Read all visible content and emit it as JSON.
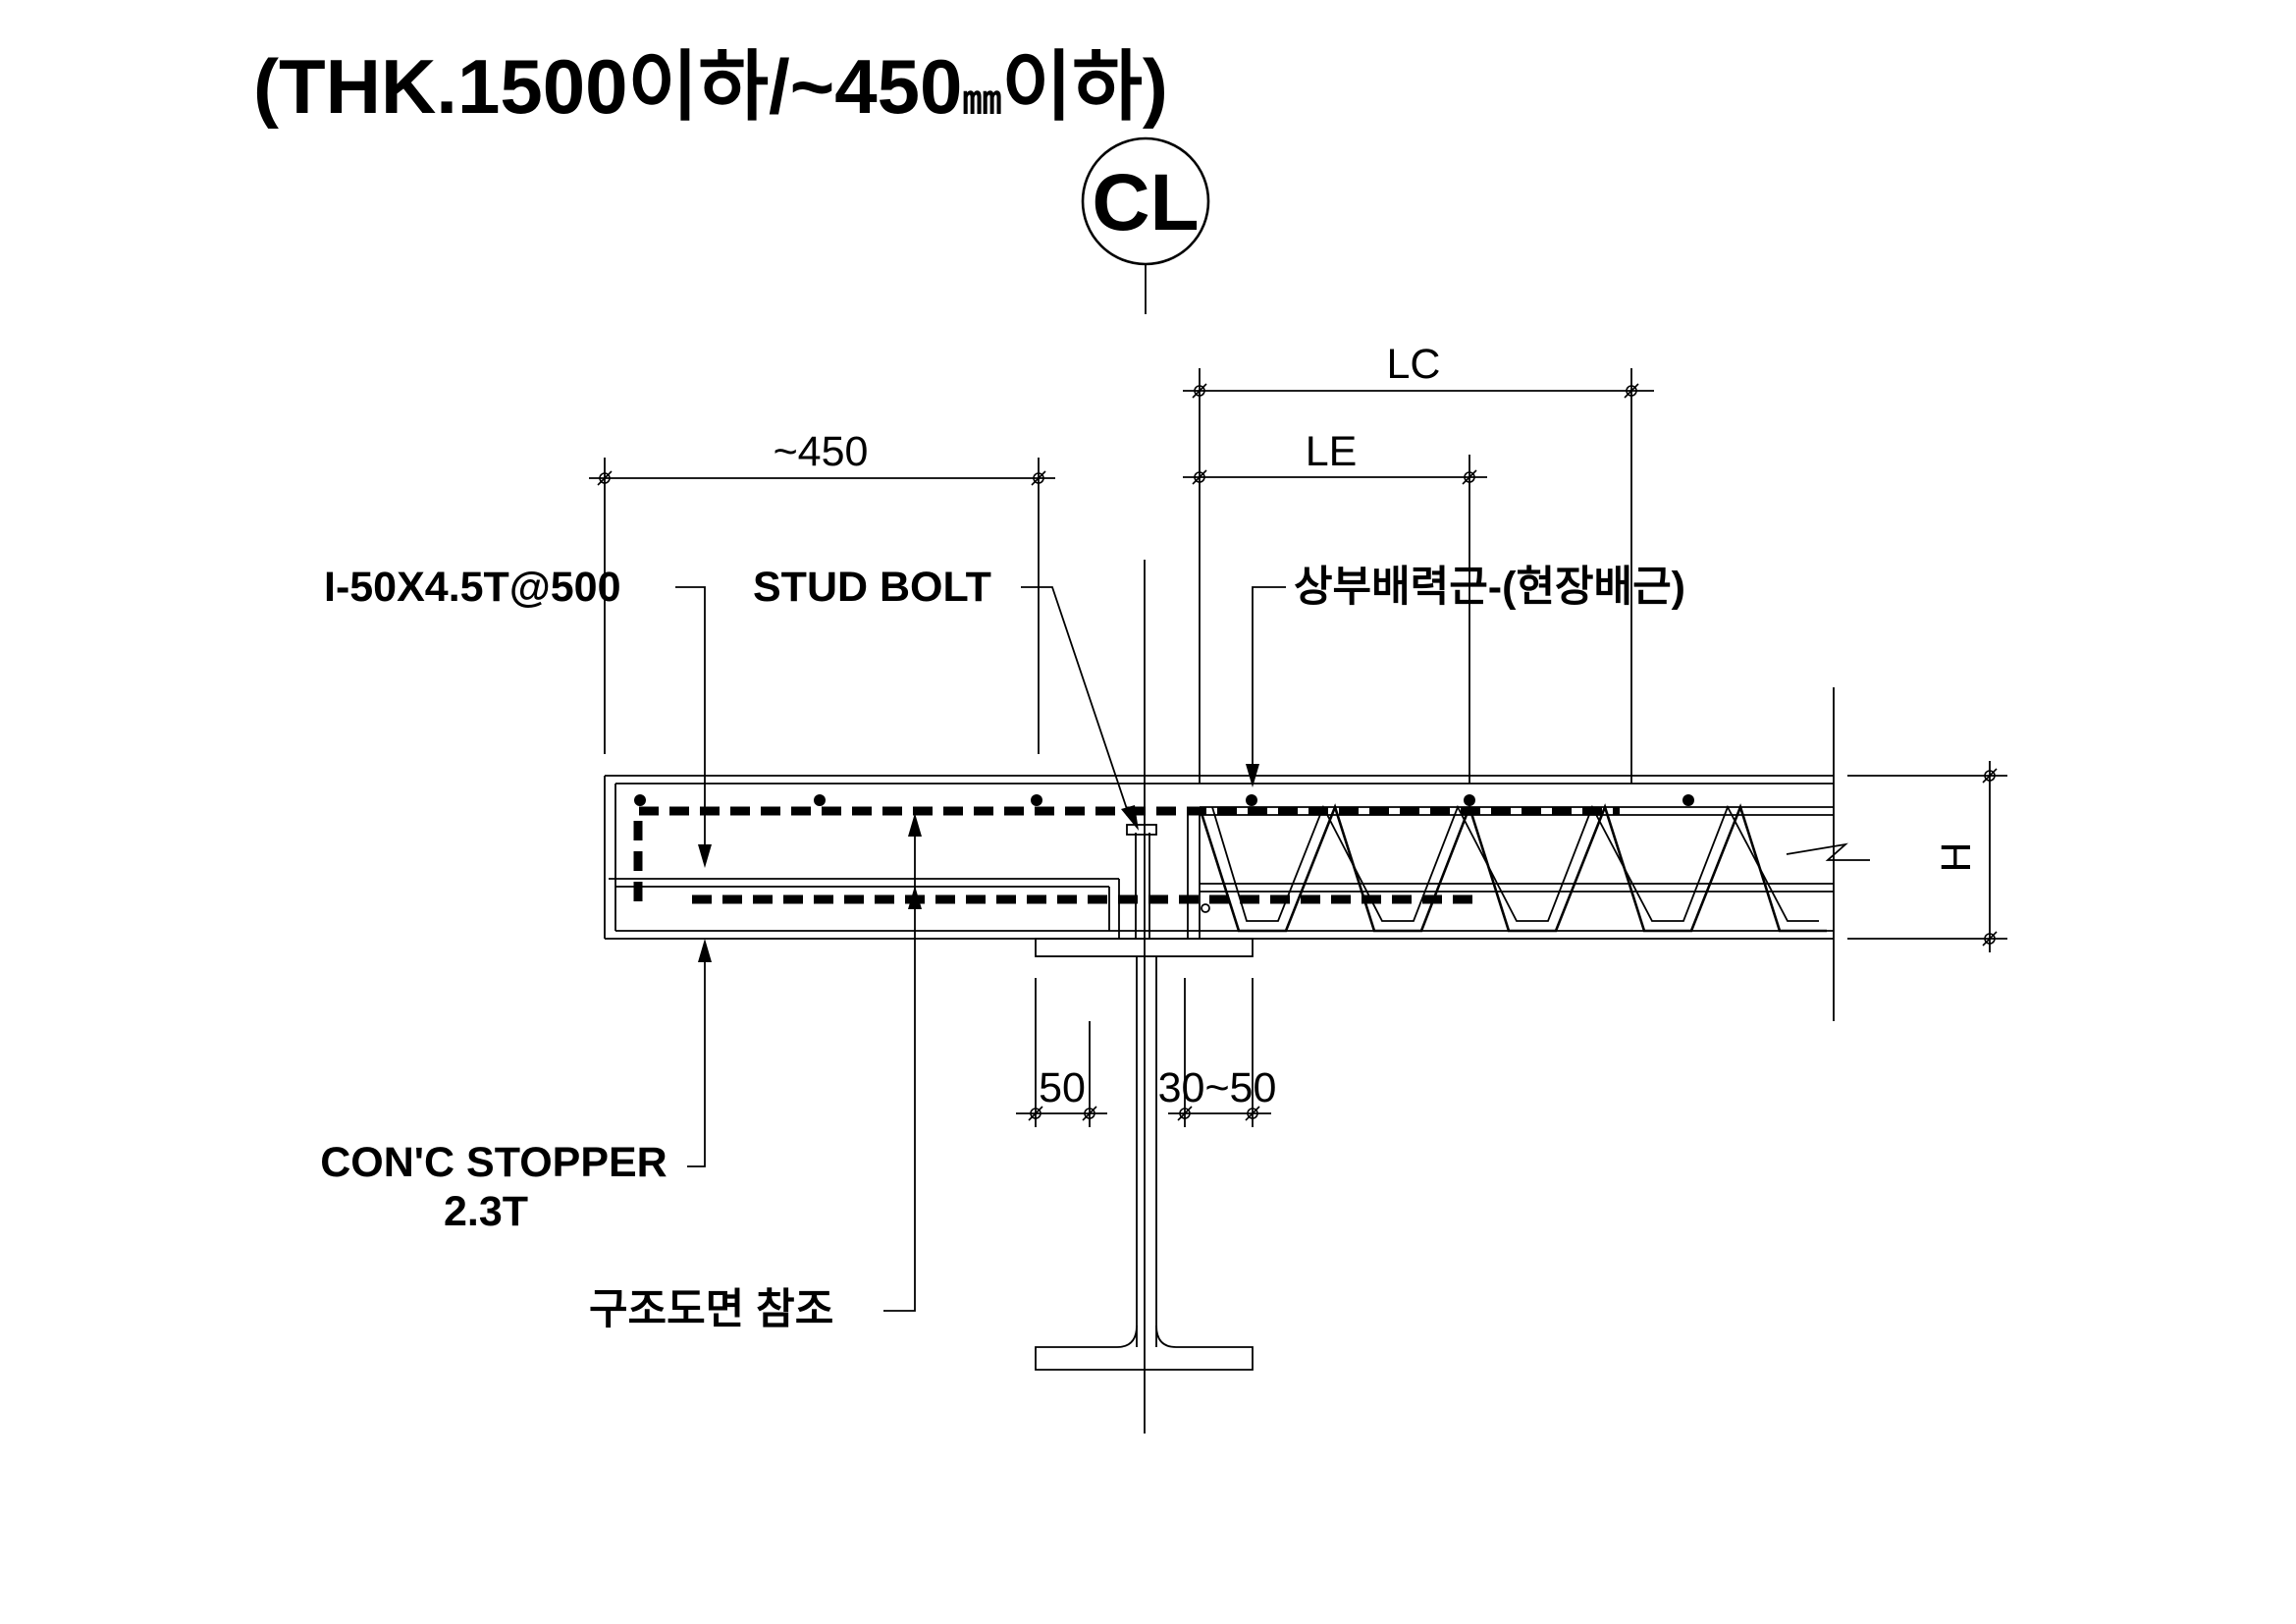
{
  "title": {
    "prefix": "(THK.150",
    "mid": "0이하/~450",
    "unit": "㎜",
    "suffix": "이하)"
  },
  "centerline_symbol": "CL",
  "dimensions": {
    "lc": "LC",
    "le": "LE",
    "span": "~450",
    "h": "H",
    "bottom_left": "50",
    "bottom_right": "30~50"
  },
  "labels": {
    "angle": "I-50X4.5T@500",
    "stud": "STUD BOLT",
    "top_bar": "상부배력근-(현장배근)",
    "stopper_line1": "CON'C STOPPER",
    "stopper_line2": "2.3T",
    "structural_ref": "구조도면 참조"
  }
}
